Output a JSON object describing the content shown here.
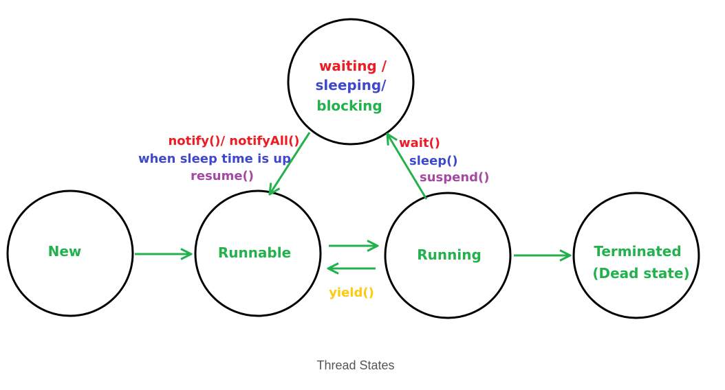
{
  "colors": {
    "circle_stroke": "#000000",
    "arrow": "#22b14c",
    "state_text": "#22b14c",
    "red_text": "#ed1c24",
    "blue_text": "#3f48cc",
    "purple_text": "#a349a4",
    "yellow_text": "#ffc90e",
    "caption_text": "#555555"
  },
  "states": {
    "new": {
      "label": "New"
    },
    "runnable": {
      "label": "Runnable"
    },
    "running": {
      "label": "Running"
    },
    "terminated": {
      "line1": "Terminated",
      "line2": "(Dead state)"
    },
    "waiting": {
      "line1": "waiting /",
      "line2": "sleeping/",
      "line3": "blocking"
    }
  },
  "transitions": {
    "to_runnable": {
      "line1": "notify()/ notifyAll()",
      "line2": "when sleep time is up",
      "line3": "resume()"
    },
    "to_waiting": {
      "line1": "wait()",
      "line2": "sleep()",
      "line3": "suspend()"
    },
    "running_to_runnable": {
      "label": "yield()"
    }
  },
  "caption": "Thread States"
}
